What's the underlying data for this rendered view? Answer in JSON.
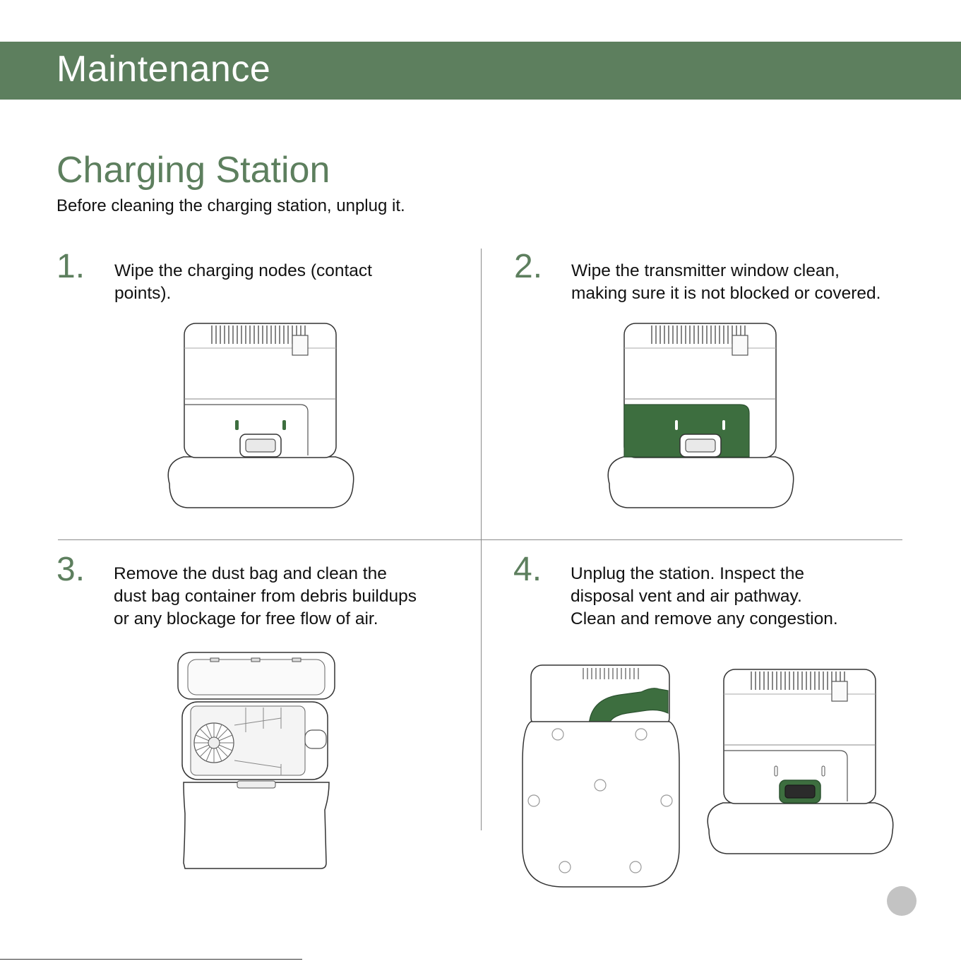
{
  "header": {
    "title": "Maintenance"
  },
  "section": {
    "title": "Charging Station",
    "subtitle": "Before cleaning the charging station, unplug it."
  },
  "steps": [
    {
      "number": "1.",
      "text": "Wipe the charging nodes (contact\npoints)."
    },
    {
      "number": "2.",
      "text": "Wipe the transmitter window clean,\nmaking sure it is not blocked or covered."
    },
    {
      "number": "3.",
      "text": "Remove the dust bag and clean the\ndust bag container from debris buildups\nor any blockage for free flow of air."
    },
    {
      "number": "4.",
      "text": "Unplug the station. Inspect the\ndisposal vent and air pathway.\nClean and remove any congestion."
    }
  ],
  "colors": {
    "accent": "#5d7f5e",
    "highlight": "#3d6e3f",
    "page_dot": "#c3c3c3"
  }
}
